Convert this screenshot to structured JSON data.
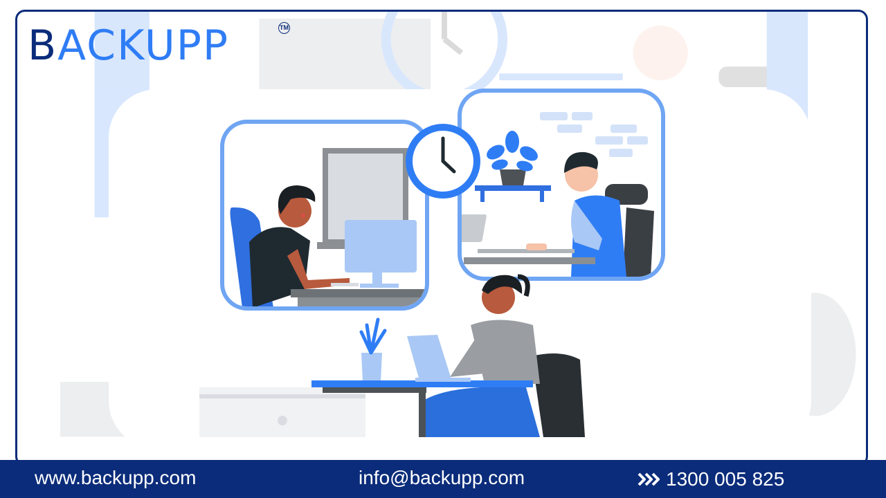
{
  "brand": {
    "name": "BACKUPP",
    "trademark": "TM",
    "colors": {
      "primary": "#0b2c7a",
      "accent": "#2f7df5",
      "light_blue": "#a9c8f5"
    }
  },
  "footer": {
    "website": "www.backupp.com",
    "email": "info@backupp.com",
    "phone": "1300 005 825",
    "phone_icon": "triple-chevron-right-icon"
  },
  "illustration": {
    "scene": "remote-workers-across-time-zones",
    "icons": [
      "clock-icon",
      "plant-icon",
      "laptop-icon",
      "monitor-icon"
    ]
  }
}
